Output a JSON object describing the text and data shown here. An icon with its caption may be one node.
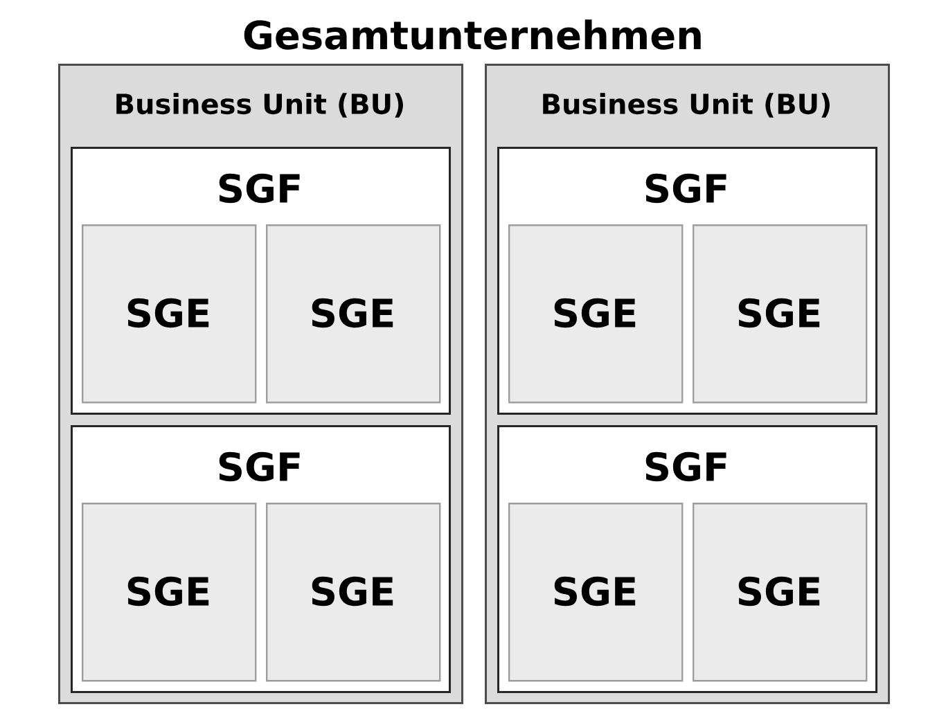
{
  "diagram": {
    "title": "Gesamtunternehmen",
    "nodes": [
      {
        "text": [
          "Business Unit (BU)"
        ]
      },
      {
        "text": [
          "SGF"
        ],
        "in": 0
      },
      {
        "text": [
          "SGE"
        ],
        "in": 1
      },
      {
        "text": [
          "SGE"
        ],
        "in": 1
      },
      {
        "text": [
          "SGF"
        ],
        "in": 0
      },
      {
        "text": [
          "SGE"
        ],
        "in": 4
      },
      {
        "text": [
          "SGE"
        ],
        "in": 4
      },
      {
        "text": [
          "Business Unit (BU)"
        ]
      },
      {
        "text": [
          "SGF"
        ],
        "in": 7
      },
      {
        "text": [
          "SGE"
        ],
        "in": 8
      },
      {
        "text": [
          "SGE"
        ],
        "in": 8
      },
      {
        "text": [
          "SGF"
        ],
        "in": 7
      },
      {
        "text": [
          "SGE"
        ],
        "in": 11
      },
      {
        "text": [
          "SGE"
        ],
        "in": 11
      }
    ]
  }
}
